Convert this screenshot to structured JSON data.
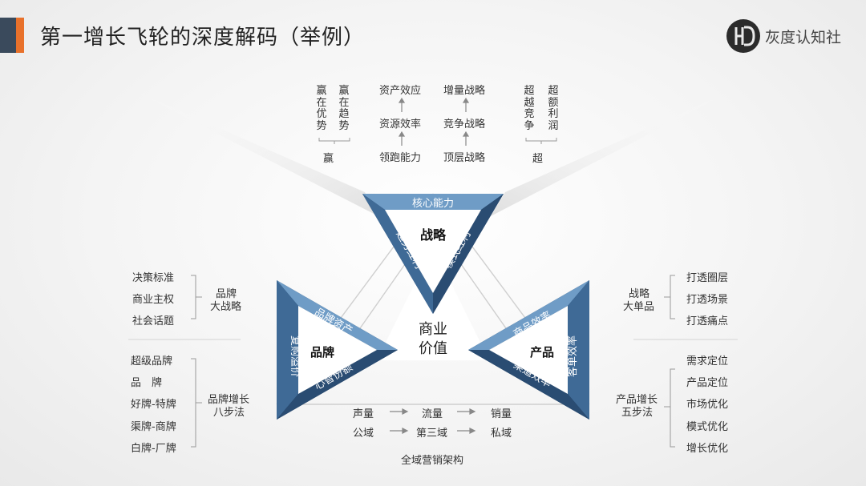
{
  "header": {
    "title": "第一增长飞轮的深度解码（举例）",
    "logo_text": "灰度认知社",
    "accent_color": "#e8712b",
    "brand_dark": "#3a4a5c"
  },
  "strategy": {
    "name": "战略",
    "top_side": "核心能力",
    "left_side": "趋势红利",
    "right_side": "模式红利",
    "win": {
      "col1": "赢在优势",
      "col2": "赢在趋势",
      "summary": "赢"
    },
    "core_chain": [
      "资产效应",
      "资源效率",
      "领跑能力"
    ],
    "strategy_chain": [
      "增量战略",
      "竞争战略",
      "顶层战略"
    ],
    "beyond": {
      "col1": "超越竞争",
      "col2": "超额利润",
      "summary": "超"
    }
  },
  "center": {
    "line1": "商业",
    "line2": "价值"
  },
  "brand": {
    "name": "品牌",
    "top_side": "品牌资产",
    "left_side": "复购溢价",
    "bottom_side": "心智份额",
    "upper_group": {
      "items": [
        "决策标准",
        "商业主权",
        "社会话题"
      ],
      "label_line1": "品牌",
      "label_line2": "大战略"
    },
    "lower_group": {
      "items": [
        "超级品牌",
        "品　牌",
        "好牌-特牌",
        "渠牌-商牌",
        "白牌-厂牌"
      ],
      "label_line1": "品牌增长",
      "label_line2": "八步法"
    }
  },
  "product": {
    "name": "产品",
    "top_side": "商品效率",
    "right_side": "客单效率",
    "bottom_side": "渠道效率",
    "upper_group": {
      "label_line1": "战略",
      "label_line2": "大单品",
      "items": [
        "打透圈层",
        "打透场景",
        "打透痛点"
      ]
    },
    "lower_group": {
      "label_line1": "产品增长",
      "label_line2": "五步法",
      "items": [
        "需求定位",
        "产品定位",
        "市场优化",
        "模式优化",
        "增长优化"
      ]
    }
  },
  "marketing": {
    "row1": [
      "声量",
      "流量",
      "销量"
    ],
    "row2": [
      "公域",
      "第三域",
      "私域"
    ],
    "caption": "全域营销架构"
  },
  "colors": {
    "triangle_dark": "#1f3c5e",
    "triangle_mid": "#4a7aa8",
    "triangle_light": "#7aa3c8"
  }
}
